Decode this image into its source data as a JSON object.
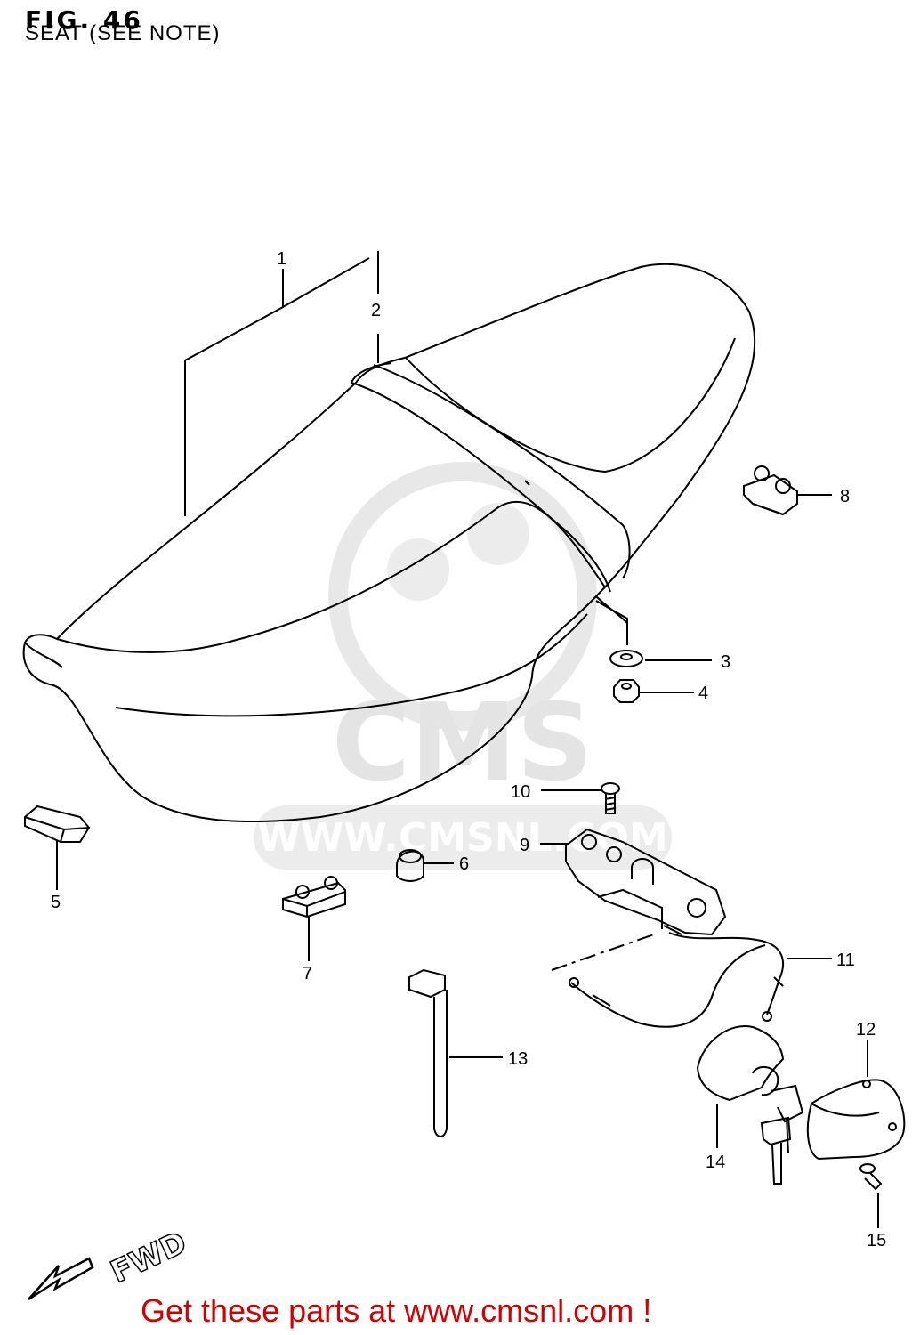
{
  "figure": {
    "title": "FIG. 46",
    "subtitle": "SEAT (SEE NOTE)"
  },
  "watermark": {
    "logo_text": "CMS",
    "site_text": "WWW.CMSNL.COM"
  },
  "direction_label": "FWD",
  "callouts": [
    "1",
    "2",
    "3",
    "4",
    "5",
    "6",
    "7",
    "8",
    "9",
    "10",
    "11",
    "12",
    "13",
    "14",
    "15"
  ],
  "footer": {
    "text": "Get these parts at www.cmsnl.com !"
  },
  "colors": {
    "line": "#000000",
    "footer_text": "#d20000",
    "watermark": "#e6e6e6"
  }
}
